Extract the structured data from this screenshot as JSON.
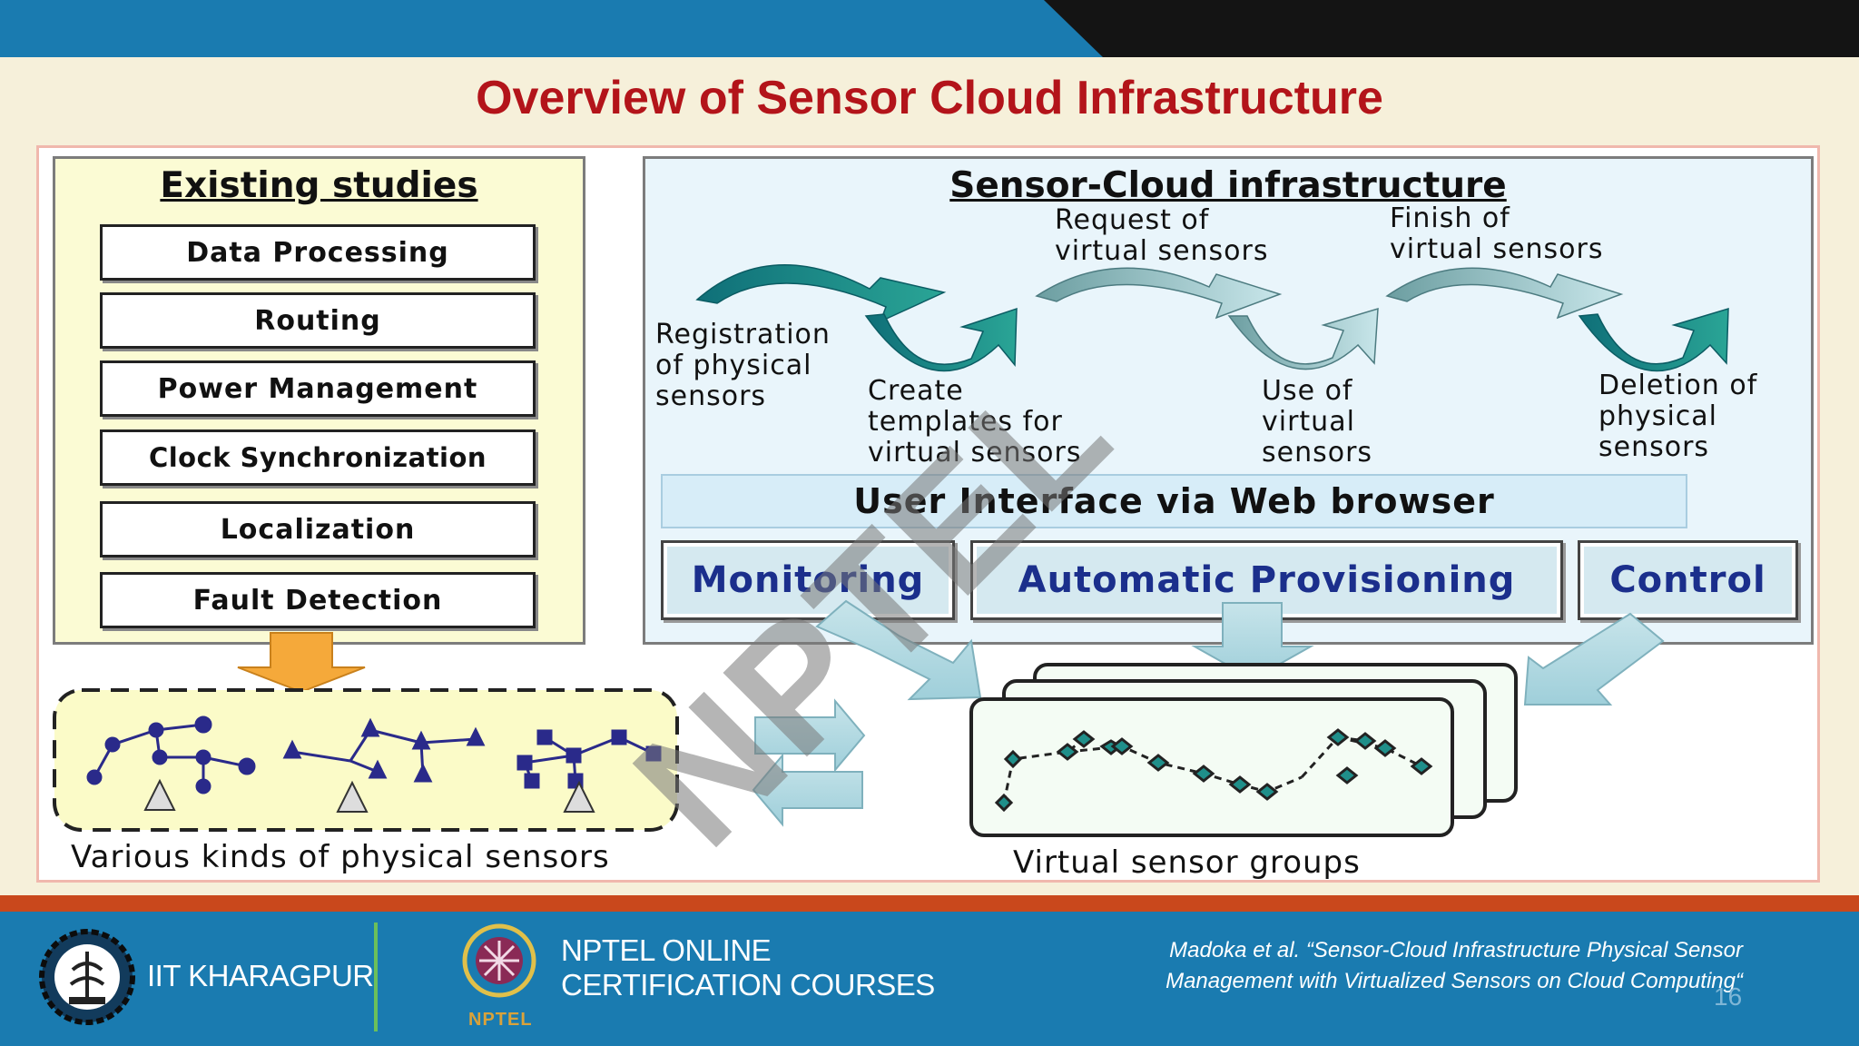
{
  "slide": {
    "title": "Overview of Sensor Cloud Infrastructure",
    "page_number": "16"
  },
  "existing_studies": {
    "title": "Existing studies",
    "items": [
      "Data Processing",
      "Routing",
      "Power Management",
      "Clock Synchronization",
      "Localization",
      "Fault Detection"
    ]
  },
  "infrastructure": {
    "title": "Sensor-Cloud infrastructure",
    "steps": {
      "registration": "Registration\nof physical\nsensors",
      "create_templates": "Create\ntemplates for\nvirtual sensors",
      "request": "Request of\nvirtual sensors",
      "use": "Use of\nvirtual\nsensors",
      "finish": "Finish of\nvirtual sensors",
      "deletion": "Deletion of\nphysical\nsensors"
    },
    "ui_bar": "User Interface via Web browser",
    "functions": [
      "Monitoring",
      "Automatic Provisioning",
      "Control"
    ]
  },
  "physical_sensors_label": "Various kinds of physical sensors",
  "virtual_groups_label": "Virtual sensor groups",
  "watermark": "NPTEL",
  "footer": {
    "institute": "IIT KHARAGPUR",
    "nptel_line1": "NPTEL ONLINE",
    "nptel_line2": "CERTIFICATION COURSES",
    "nptel_logo_text": "NPTEL",
    "citation_line1": "Madoka et al. “Sensor-Cloud Infrastructure Physical Sensor",
    "citation_line2": "Management with Virtualized Sensors on Cloud Computing“"
  },
  "colors": {
    "title_red": "#b3141a",
    "header_blue": "#1a7bb0",
    "header_dark": "#141414",
    "footer_red": "#c9481c",
    "arrow_teal": "#1f8f8a",
    "function_text": "#1b2f8c"
  }
}
